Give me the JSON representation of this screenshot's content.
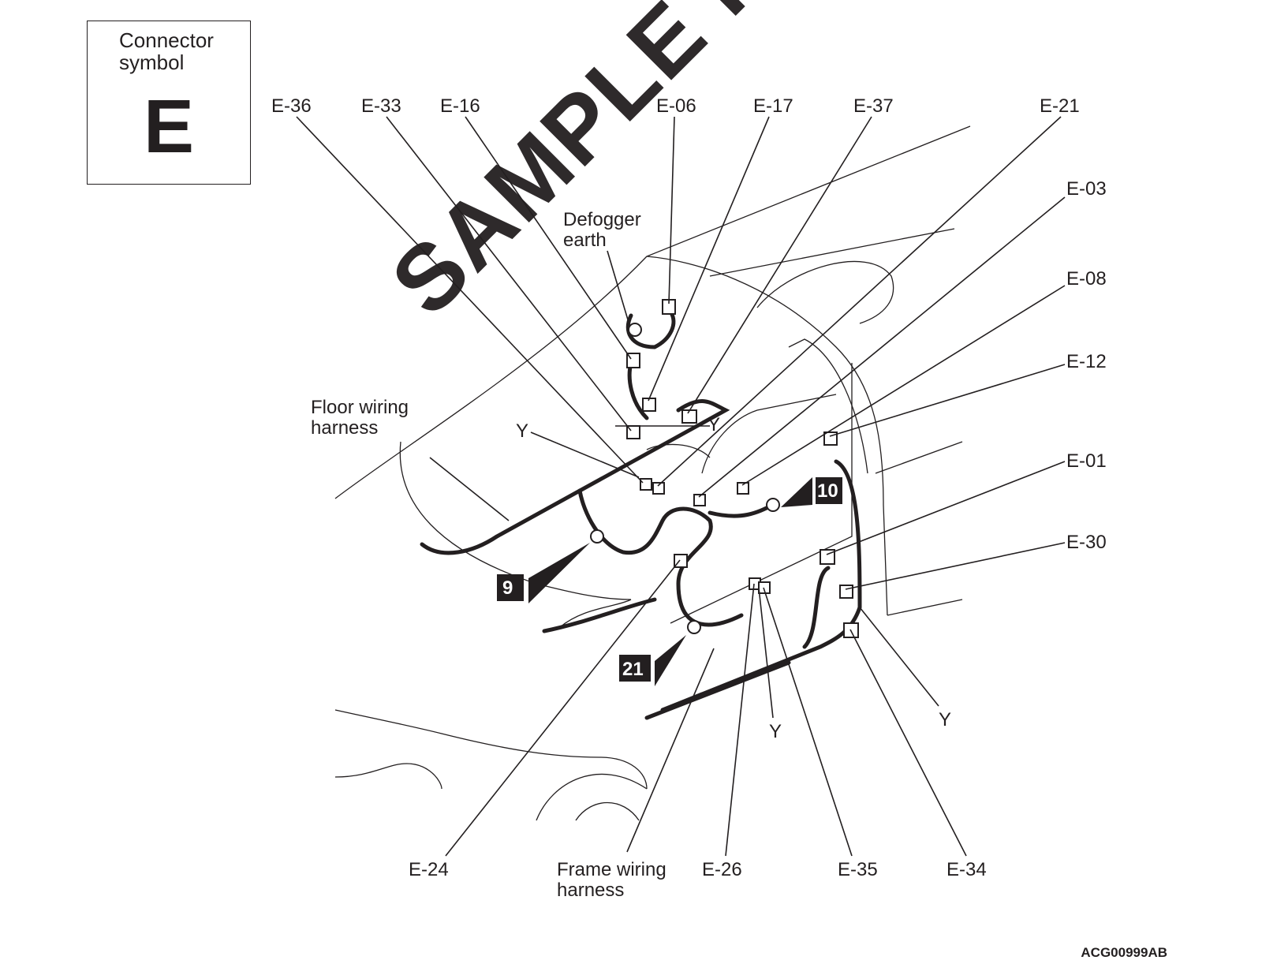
{
  "symbol_box": {
    "caption_line1": "Connector",
    "caption_line2": "symbol",
    "symbol": "E"
  },
  "watermark": "SAMPLE PAGE",
  "labels": {
    "e36": "E-36",
    "e33": "E-33",
    "e16": "E-16",
    "e06": "E-06",
    "e17": "E-17",
    "e37": "E-37",
    "e21": "E-21",
    "e03": "E-03",
    "e08": "E-08",
    "e12": "E-12",
    "e01": "E-01",
    "e30": "E-30",
    "e24": "E-24",
    "e26": "E-26",
    "e35": "E-35",
    "e34": "E-34",
    "defogger_line1": "Defogger",
    "defogger_line2": "earth",
    "floor_line1": "Floor wiring",
    "floor_line2": "harness",
    "frame_line1": "Frame wiring",
    "frame_line2": "harness",
    "y": "Y"
  },
  "ground_points": [
    "9",
    "10",
    "21"
  ],
  "reference_code": "ACG00999AB"
}
